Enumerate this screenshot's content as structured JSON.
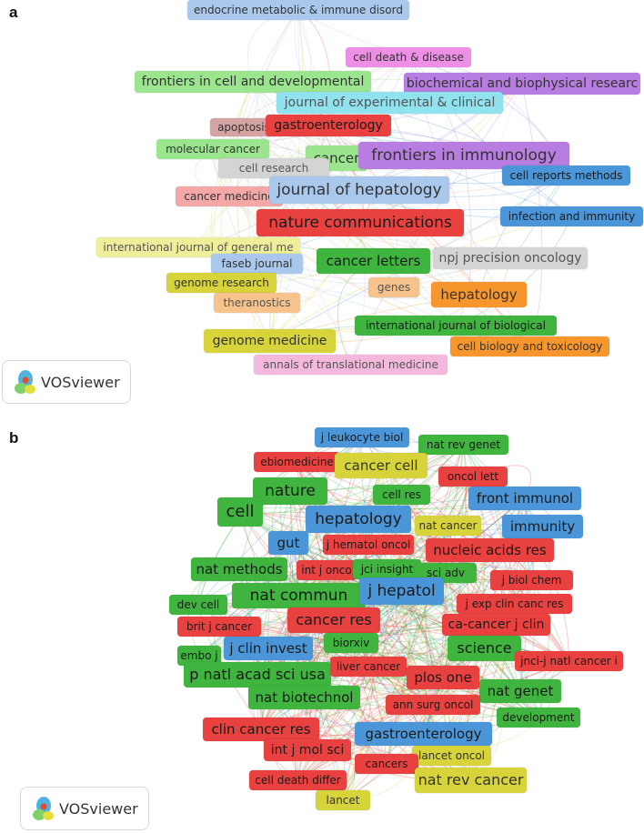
{
  "panel_a": {
    "letter": "a",
    "logo_text": "VOSviewer",
    "nodes": [
      {
        "label": "endocrine metabolic & immune disord",
        "color": "#a9c8ec"
      },
      {
        "label": "cell death & disease",
        "color": "#ee8fe6"
      },
      {
        "label": "frontiers in cell and developmental",
        "color": "#9ae58e"
      },
      {
        "label": "biochemical and biophysical researc",
        "color": "#b77de0"
      },
      {
        "label": "journal of experimental & clinical",
        "color": "#8fe2ee"
      },
      {
        "label": "apoptosis",
        "color": "#d6a3a3"
      },
      {
        "label": "gastroenterology",
        "color": "#e8413f"
      },
      {
        "label": "molecular cancer",
        "color": "#9ae58e"
      },
      {
        "label": "cancer",
        "color": "#9ae58e"
      },
      {
        "label": "frontiers in immunology",
        "color": "#b77de0"
      },
      {
        "label": "cell research",
        "color": "#d4d4d4"
      },
      {
        "label": "cell reports methods",
        "color": "#4b96d8"
      },
      {
        "label": "cancer medicine",
        "color": "#f4a7a7"
      },
      {
        "label": "journal of hepatology",
        "color": "#a9c8ec"
      },
      {
        "label": "nature communications",
        "color": "#e8413f"
      },
      {
        "label": "infection and immunity",
        "color": "#4b96d8"
      },
      {
        "label": "international journal of general me",
        "color": "#eeee9b"
      },
      {
        "label": "faseb journal",
        "color": "#a9c8ec"
      },
      {
        "label": "cancer letters",
        "color": "#3fb43f"
      },
      {
        "label": "npj precision oncology",
        "color": "#d4d4d4"
      },
      {
        "label": "genome research",
        "color": "#d6d43a"
      },
      {
        "label": "genes",
        "color": "#f7c38d"
      },
      {
        "label": "hepatology",
        "color": "#f7962c"
      },
      {
        "label": "theranostics",
        "color": "#f7c38d"
      },
      {
        "label": "international journal of biological",
        "color": "#3fb43f"
      },
      {
        "label": "genome medicine",
        "color": "#d6d43a"
      },
      {
        "label": "cell biology and toxicology",
        "color": "#f7962c"
      },
      {
        "label": "annals of translational medicine",
        "color": "#f4b8dc"
      }
    ]
  },
  "panel_b": {
    "letter": "b",
    "logo_text": "VOSviewer",
    "nodes": [
      {
        "label": "j leukocyte biol",
        "color": "#4b96d8"
      },
      {
        "label": "nat rev genet",
        "color": "#3fb43f"
      },
      {
        "label": "ebiomedicine",
        "color": "#e8413f"
      },
      {
        "label": "cancer cell",
        "color": "#d6d43a"
      },
      {
        "label": "oncol lett",
        "color": "#e8413f"
      },
      {
        "label": "nature",
        "color": "#3fb43f"
      },
      {
        "label": "cell res",
        "color": "#3fb43f"
      },
      {
        "label": "front immunol",
        "color": "#4b96d8"
      },
      {
        "label": "cell",
        "color": "#3fb43f"
      },
      {
        "label": "hepatology",
        "color": "#4b96d8"
      },
      {
        "label": "nat cancer",
        "color": "#d6d43a"
      },
      {
        "label": "immunity",
        "color": "#4b96d8"
      },
      {
        "label": "gut",
        "color": "#4b96d8"
      },
      {
        "label": "j hematol oncol",
        "color": "#e8413f"
      },
      {
        "label": "nucleic acids res",
        "color": "#e8413f"
      },
      {
        "label": "nat methods",
        "color": "#3fb43f"
      },
      {
        "label": "int j onco",
        "color": "#e8413f"
      },
      {
        "label": "jci insight",
        "color": "#3fb43f"
      },
      {
        "label": "sci adv",
        "color": "#3fb43f"
      },
      {
        "label": "j biol chem",
        "color": "#e8413f"
      },
      {
        "label": "nat commun",
        "color": "#3fb43f"
      },
      {
        "label": "j hepatol",
        "color": "#4b96d8"
      },
      {
        "label": "dev cell",
        "color": "#3fb43f"
      },
      {
        "label": "j exp clin canc res",
        "color": "#e8413f"
      },
      {
        "label": "brit j cancer",
        "color": "#e8413f"
      },
      {
        "label": "cancer res",
        "color": "#e8413f"
      },
      {
        "label": "ca-cancer j clin",
        "color": "#e8413f"
      },
      {
        "label": "embo j",
        "color": "#3fb43f"
      },
      {
        "label": "j clin invest",
        "color": "#4b96d8"
      },
      {
        "label": "biorxiv",
        "color": "#3fb43f"
      },
      {
        "label": "science",
        "color": "#3fb43f"
      },
      {
        "label": "jnci-j natl cancer i",
        "color": "#e8413f"
      },
      {
        "label": "p natl acad sci usa",
        "color": "#3fb43f"
      },
      {
        "label": "liver cancer",
        "color": "#e8413f"
      },
      {
        "label": "plos one",
        "color": "#e8413f"
      },
      {
        "label": "nat genet",
        "color": "#3fb43f"
      },
      {
        "label": "nat biotechnol",
        "color": "#3fb43f"
      },
      {
        "label": "ann surg oncol",
        "color": "#e8413f"
      },
      {
        "label": "development",
        "color": "#3fb43f"
      },
      {
        "label": "clin cancer res",
        "color": "#e8413f"
      },
      {
        "label": "gastroenterology",
        "color": "#4b96d8"
      },
      {
        "label": "int j mol sci",
        "color": "#e8413f"
      },
      {
        "label": "lancet oncol",
        "color": "#d6d43a"
      },
      {
        "label": "cancers",
        "color": "#e8413f"
      },
      {
        "label": "cell death differ",
        "color": "#e8413f"
      },
      {
        "label": "nat rev cancer",
        "color": "#d6d43a"
      },
      {
        "label": "lancet",
        "color": "#d6d43a"
      }
    ]
  }
}
